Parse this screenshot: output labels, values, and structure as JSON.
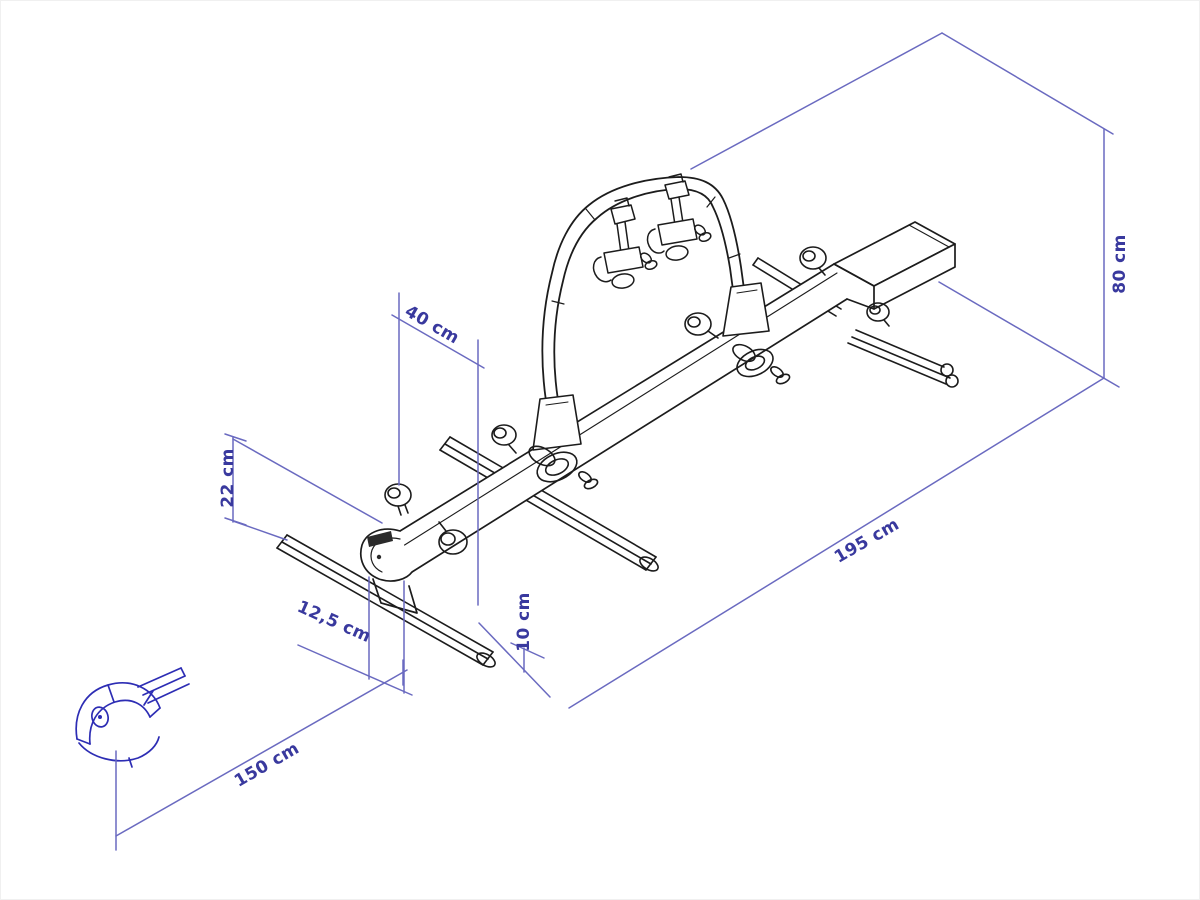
{
  "page": {
    "description": "Isometric dimension drawing of a roof-mounted bicycle carrier with bounding-box measurements",
    "unit": "cm"
  },
  "colors": {
    "background": "#ffffff",
    "dimension_lines": "#6a6ac0",
    "dimension_text": "#39399e",
    "drawing_lines": "#1c1c1c",
    "detail_part_blue": "#2d2db4"
  },
  "dimensions": {
    "arch_offset": {
      "label": "40 cm",
      "value": "40",
      "unit": "cm"
    },
    "beam_height": {
      "label": "22 cm",
      "value": "22",
      "unit": "cm"
    },
    "end_offset": {
      "label": "12,5 cm",
      "value": "12,5",
      "unit": "cm"
    },
    "rail_height": {
      "label": "10 cm",
      "value": "10",
      "unit": "cm"
    },
    "width": {
      "label": "150 cm",
      "value": "150",
      "unit": "cm"
    },
    "length": {
      "label": "195 cm",
      "value": "195",
      "unit": "cm"
    },
    "height": {
      "label": "80 cm",
      "value": "80",
      "unit": "cm"
    }
  }
}
